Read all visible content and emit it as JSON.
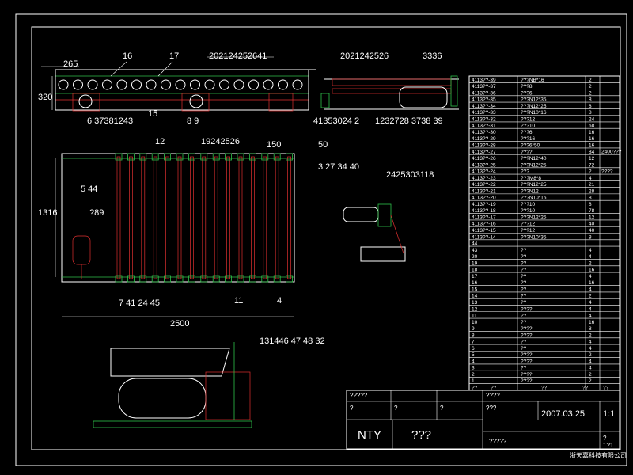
{
  "drawing": {
    "top_view_labels": {
      "dim_265": "265",
      "label_16": "16",
      "label_17": "17",
      "label_top_parts": "2021242526​41",
      "dim_320": "320",
      "label_15": "15",
      "label_bottom_left": "6 37381243",
      "label_bottom_mid": "8 9"
    },
    "side_view_labels": {
      "label_top_left": "2021242526",
      "label_top_right": "3336",
      "label_bottom_left": "41353024 2",
      "label_bottom_right": "1232728 3738 39"
    },
    "plan_view_labels": {
      "label_12": "12",
      "label_top": "19242526",
      "dim_150": "150",
      "dim_50": "50",
      "label_right": "3 27 34 40",
      "label_left": "5 44",
      "dim_1316": "1316",
      "dim_89": "?89",
      "label_bottom_left": "7 41 24 45",
      "label_11": "11",
      "label_4": "4",
      "dim_2500": "2500"
    },
    "detail_labels": {
      "label_small": "2425303118",
      "label_large": "131446 47 48 32"
    }
  },
  "bom": {
    "rows": [
      {
        "code": "4113??-39",
        "name": "???NB*16",
        "qty": "2"
      },
      {
        "code": "4113??-37",
        "name": "???8",
        "qty": "2"
      },
      {
        "code": "4113??-36",
        "name": "???6",
        "qty": "2"
      },
      {
        "code": "4113??-35",
        "name": "???N12*35",
        "qty": "8"
      },
      {
        "code": "4113??-34",
        "name": "???N12*25",
        "qty": "8"
      },
      {
        "code": "4113??-33",
        "name": "???N10*16",
        "qty": "8"
      },
      {
        "code": "4113??-32",
        "name": "???12",
        "qty": "24"
      },
      {
        "code": "4113??-31",
        "name": "???10",
        "qty": "68"
      },
      {
        "code": "4113??-30",
        "name": "???6",
        "qty": "16"
      },
      {
        "code": "4113??-29",
        "name": "???16",
        "qty": "16"
      },
      {
        "code": "4113??-28",
        "name": "???6*50",
        "qty": "16"
      },
      {
        "code": "4113??-27",
        "name": "????",
        "qty": "84"
      },
      {
        "code": "4113??-26",
        "name": "???N12*40",
        "qty": "12"
      },
      {
        "code": "4113??-25",
        "name": "???N12*25",
        "qty": "72"
      },
      {
        "code": "4113??-24",
        "name": "???",
        "qty": "2"
      },
      {
        "code": "4113??-23",
        "name": "???M8*8",
        "qty": "4"
      },
      {
        "code": "4113??-22",
        "name": "???N12*25",
        "qty": "21"
      },
      {
        "code": "4113??-21",
        "name": "???N12",
        "qty": "28"
      },
      {
        "code": "4113??-20",
        "name": "???N10*16",
        "qty": "8"
      },
      {
        "code": "4113??-19",
        "name": "???10",
        "qty": "8"
      },
      {
        "code": "4113??-18",
        "name": "???10",
        "qty": "78"
      },
      {
        "code": "4113??-17",
        "name": "???N12*25",
        "qty": "12"
      },
      {
        "code": "4113??-16",
        "name": "???12",
        "qty": "40"
      },
      {
        "code": "4113??-15",
        "name": "???12",
        "qty": "40"
      },
      {
        "code": "4113??-14",
        "name": "???N10*35",
        "qty": "8"
      }
    ],
    "extra_right": [
      "2400???",
      "????"
    ],
    "rows2": [
      {
        "no": "44",
        "name": "",
        "qty": ""
      },
      {
        "no": "43",
        "name": "??",
        "qty": "4"
      },
      {
        "no": "20",
        "name": "??",
        "qty": "4"
      },
      {
        "no": "19",
        "name": "??",
        "qty": "2"
      },
      {
        "no": "18",
        "name": "??",
        "qty": "16"
      },
      {
        "no": "17",
        "name": "??",
        "qty": "4"
      },
      {
        "no": "16",
        "name": "??",
        "qty": "16"
      },
      {
        "no": "15",
        "name": "??",
        "qty": "4"
      },
      {
        "no": "14",
        "name": "??",
        "qty": "2"
      },
      {
        "no": "13",
        "name": "??",
        "qty": "4"
      },
      {
        "no": "12",
        "name": "????",
        "qty": "4"
      },
      {
        "no": "11",
        "name": "??",
        "qty": "4"
      },
      {
        "no": "10",
        "name": "??",
        "qty": "16"
      },
      {
        "no": "9",
        "name": "????",
        "qty": "8"
      },
      {
        "no": "8",
        "name": "????",
        "qty": "2"
      },
      {
        "no": "7",
        "name": "??",
        "qty": "4"
      },
      {
        "no": "6",
        "name": "??",
        "qty": "4"
      },
      {
        "no": "5",
        "name": "????",
        "qty": "2"
      },
      {
        "no": "4",
        "name": "????",
        "qty": "4"
      },
      {
        "no": "3",
        "name": "??",
        "qty": "4"
      },
      {
        "no": "2",
        "name": "????",
        "qty": "2"
      },
      {
        "no": "1",
        "name": "????",
        "qty": "2"
      }
    ],
    "footer": [
      "??",
      "??",
      "??",
      "??",
      "??"
    ]
  },
  "title_block": {
    "top_left": "?????",
    "top_mid": "????",
    "cell_q": "?",
    "mid_label": "???",
    "date": "2007.03.25",
    "scale": "1:1",
    "nty": "NTY",
    "drawing_name": "???",
    "sheet_label": "?????",
    "sheet": "?",
    "sheet_total": "1?1"
  },
  "company": "浙天嘉科技有限公司"
}
